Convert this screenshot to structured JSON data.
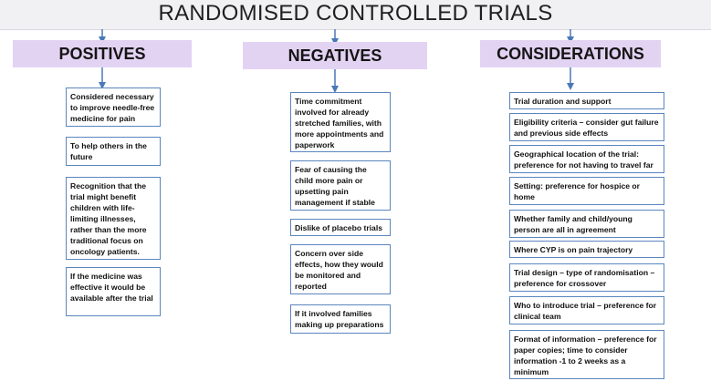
{
  "title": "RANDOMISED CONTROLLED TRIALS",
  "columns": [
    {
      "header": "POSITIVES",
      "items": [
        "Considered necessary to improve needle-free medicine for pain",
        "To help others in the future",
        "Recognition that the trial might benefit children with life-limiting illnesses, rather than the more traditional focus on oncology patients.",
        "If the medicine was effective it would  be available after the trial"
      ]
    },
    {
      "header": "NEGATIVES",
      "items": [
        "Time commitment involved for already stretched families, with more appointments and paperwork",
        "Fear of causing the child more pain or upsetting pain management if stable",
        "Dislike of placebo trials",
        "Concern over side effects, how they would be monitored and reported",
        "If it involved families making up preparations"
      ]
    },
    {
      "header": "CONSIDERATIONS",
      "items": [
        "Trial duration and support",
        "Eligibility criteria – consider gut failure and previous side effects",
        "Geographical location of the trial: preference for not having to travel far",
        "Setting: preference for hospice or home",
        "Whether family and child/young person are all in agreement",
        "Where CYP is on pain trajectory",
        "Trial design – type of randomisation – preference for crossover",
        "Who to introduce trial – preference for clinical team",
        "Format of information – preference for paper copies; time to consider information -1 to 2 weeks as a minimum"
      ]
    }
  ]
}
